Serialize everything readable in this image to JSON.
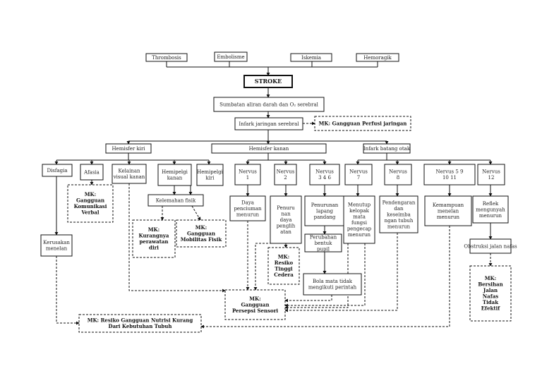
{
  "causes": [
    "Thrombosis",
    "Embolisme",
    "Iskemia",
    "Hemoragik"
  ],
  "stroke": "STROKE",
  "sumbatan": "Sumbatan aliran darah dan O₂ serebral",
  "infark": "Infark jaringan serebral",
  "mk_perfusi": "MK: Gangguan Perfusi jaringan",
  "hemisfer_kiri": "Hemisfer kiri",
  "hemisfer_kanan": "Hemisfer kanan",
  "infark_batang_otak": "Infark batang otak",
  "disfagia": "Disfagia",
  "afasia": "Afasia",
  "kelainan_visual": [
    "Kelainan",
    "visual kanan"
  ],
  "hemipelgi_kanan": [
    "Hemipelgi",
    "kanan"
  ],
  "hemipelgi_kiri": [
    "Hemipelgi",
    "kiri"
  ],
  "kelemahan_fisik": "Kelemahan fisik",
  "mk_komunikasi": [
    "MK:",
    "Gangguan",
    "Komunikasi",
    "Verbal"
  ],
  "mk_perawatan": [
    "MK:",
    "Kurangnya",
    "perawatan",
    "diri"
  ],
  "mk_mobilitas": [
    "MK:",
    "Gangguan",
    "Mobilitas Fisik"
  ],
  "kerusakan_menelan": [
    "Kerusakan",
    "menelan"
  ],
  "nervus_1": [
    "Nervus",
    "1"
  ],
  "nervus_2": [
    "Nervus",
    "2"
  ],
  "nervus_346": [
    "Nervus",
    "3 4 6"
  ],
  "nervus_7": [
    "Nervus",
    "7"
  ],
  "nervus_8": [
    "Nervus",
    "8"
  ],
  "nervus_591011": [
    "Nervus 5 9",
    "10 11"
  ],
  "nervus_12": [
    "Nervus",
    "12"
  ],
  "daya_penciuman": [
    "Daya",
    "penciuman",
    "menurun"
  ],
  "penurunan_penglihatan": [
    "Penuru",
    "nan",
    "daya",
    "penglih",
    "atan"
  ],
  "penurunan_lapang": [
    "Penurunan",
    "lapang",
    "pandang"
  ],
  "menutup_kelopak": [
    "Menutup",
    "kelopak",
    "mata",
    "fungsi",
    "pengecap",
    "menurun"
  ],
  "pendengaran": [
    "Pendengaran",
    "dan",
    "keseimba",
    "ngan tubuh",
    "menurun"
  ],
  "kemampuan_menelan": [
    "Kemampuan",
    "menelan",
    "menurun"
  ],
  "reflek_mengunyah": [
    "Reflek",
    "mengunyah",
    "menurun"
  ],
  "perubahan_pupil": [
    "Perubahan",
    "bentuk",
    "pupil"
  ],
  "bola_mata": [
    "Bola mata tidak",
    "mengikuti perintah"
  ],
  "obstruksi": "Obstruksi jalan nafas",
  "mk_cedera": [
    "MK:",
    "Resiko",
    "Tinggi",
    "Cedera"
  ],
  "mk_persepsi": [
    "MK:",
    "Gangguan",
    "Persepsi Sensori"
  ],
  "mk_nutrisi": [
    "MK: Resiko Gangguan Nutrisi Kurang",
    "Dari Kebutuhan Tubuh"
  ],
  "mk_bersihan": [
    "MK:",
    "Bersihan",
    "Jalan",
    "Nafas",
    "Tidak",
    "Efektif"
  ]
}
